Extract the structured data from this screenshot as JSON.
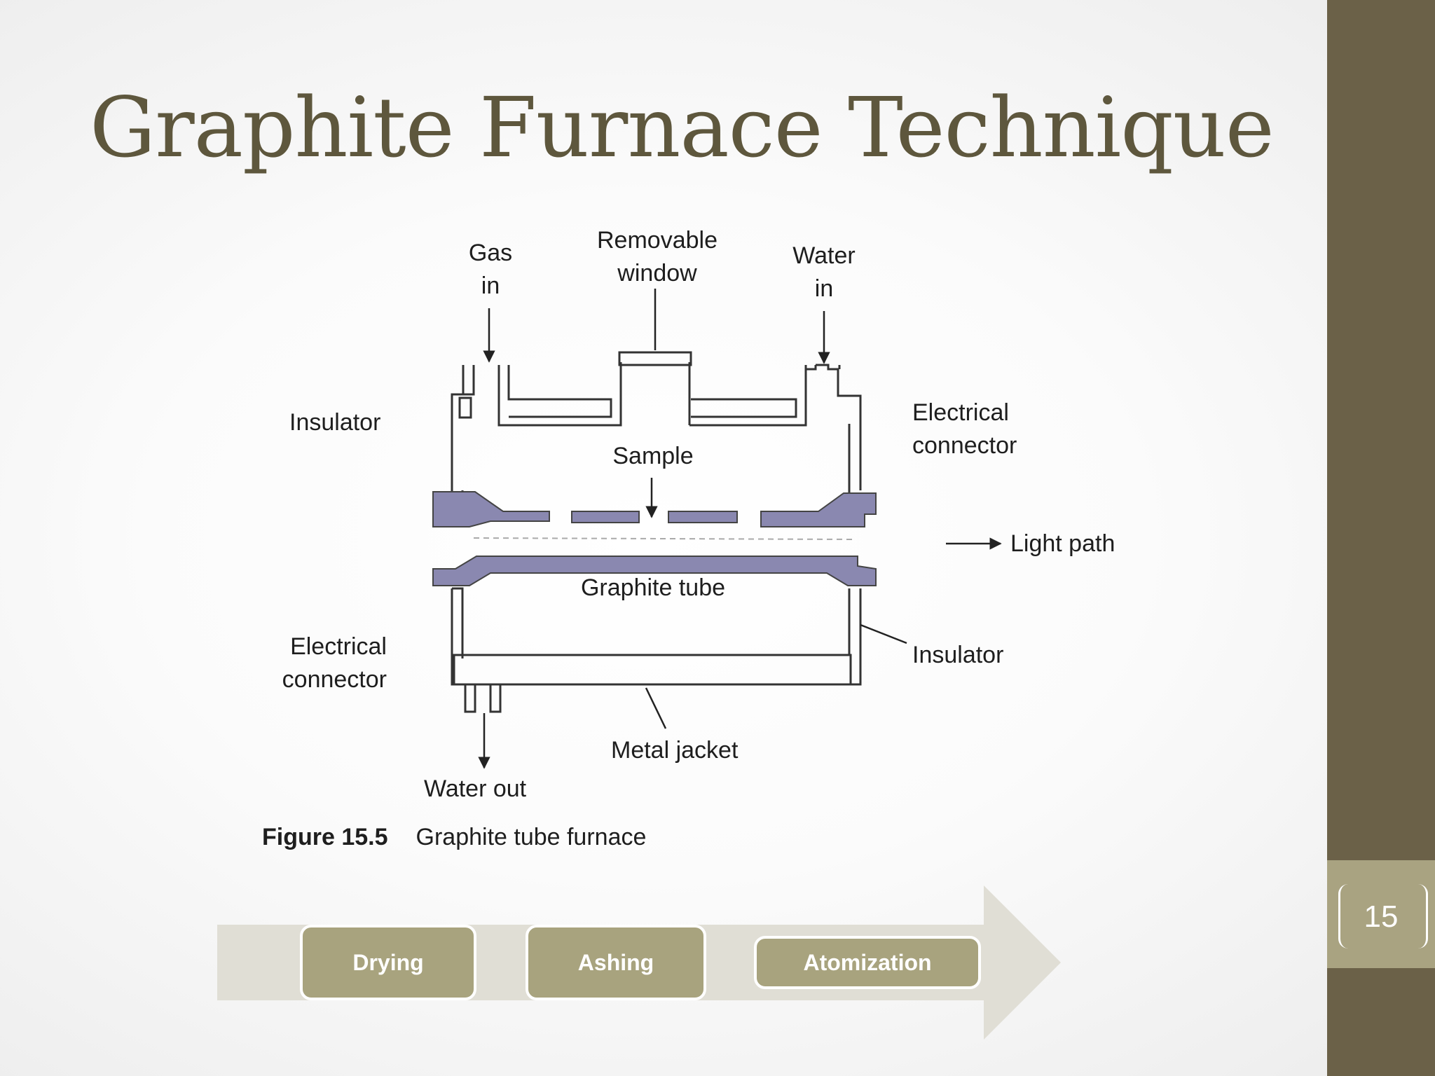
{
  "slide": {
    "title": "Graphite Furnace Technique",
    "page_number": "15"
  },
  "figure": {
    "labels": {
      "gas_in": "Gas\nin",
      "removable_window": "Removable\nwindow",
      "water_in": "Water\nin",
      "insulator_left": "Insulator",
      "electrical_connector_right": "Electrical\nconnector",
      "sample": "Sample",
      "light_path": "Light path",
      "graphite_tube": "Graphite tube",
      "electrical_connector_left": "Electrical\nconnector",
      "insulator_right": "Insulator",
      "metal_jacket": "Metal jacket",
      "water_out": "Water out"
    },
    "caption_number": "Figure 15.5",
    "caption_text": "Graphite tube furnace"
  },
  "process": {
    "stages": [
      "Drying",
      "Ashing",
      "Atomization"
    ]
  },
  "colors": {
    "title": "#5e573d",
    "sidebar": "#6b6148",
    "stage_fill": "#a8a37e",
    "arrow_fill": "#e0ded5",
    "tube_fill": "#8a88b0"
  }
}
